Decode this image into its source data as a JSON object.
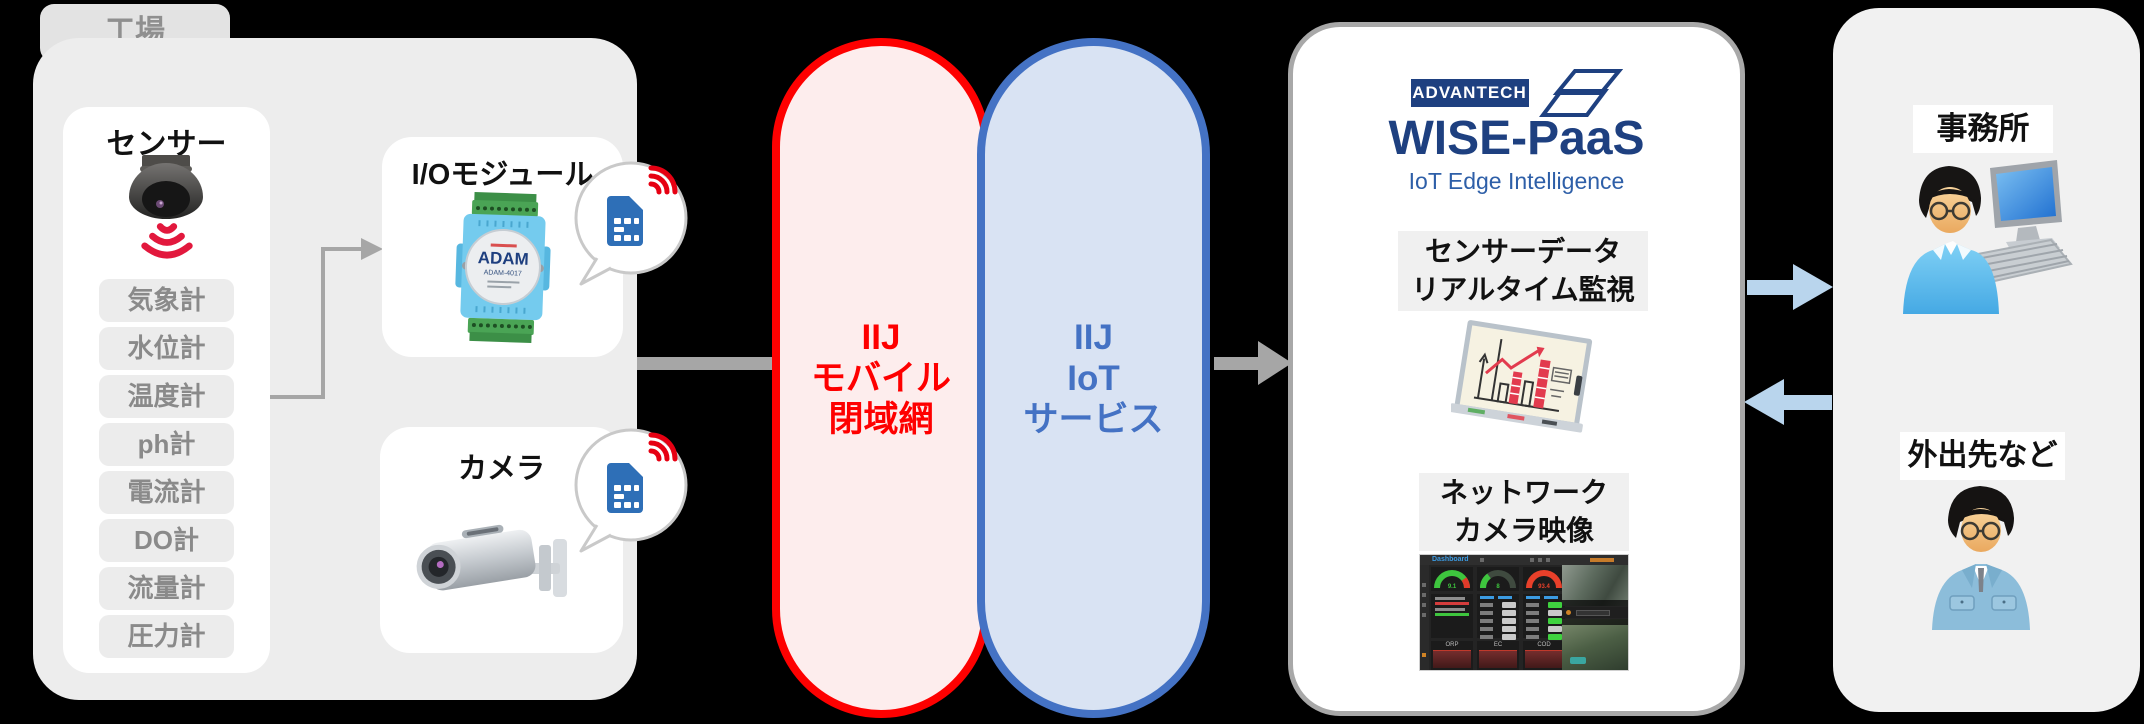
{
  "factory": {
    "tab_label": "工場",
    "sensors": {
      "title": "センサー",
      "chips": [
        "気象計",
        "水位計",
        "温度計",
        "ph計",
        "電流計",
        "DO計",
        "流量計",
        "圧力計"
      ]
    },
    "io_module": {
      "title": "I/Oモジュール",
      "device_brand": "ADAM",
      "device_model": "ADAM-4017"
    },
    "camera": {
      "title": "カメラ"
    }
  },
  "networks": {
    "mobile": {
      "lines": [
        "IIJ",
        "モバイル",
        "閉域網"
      ]
    },
    "iot": {
      "lines": [
        "IIJ",
        "IoT",
        "サービス"
      ]
    }
  },
  "platform": {
    "brand": "ADVANTECH",
    "product": "WISE-PaaS",
    "tagline": "IoT Edge Intelligence",
    "monitor_label": [
      "センサーデータ",
      "リアルタイム監視"
    ],
    "camera_label": [
      "ネットワーク",
      "カメラ映像"
    ],
    "dashboard": {
      "title": "Dashboard",
      "gauge_values": [
        "9.1",
        "8",
        "93.4"
      ],
      "chart_labels": [
        "ORP",
        "EC",
        "COD"
      ]
    }
  },
  "users": {
    "office": {
      "label": "事務所"
    },
    "remote": {
      "label": "外出先など"
    }
  },
  "colors": {
    "iij_red": "#fe0000",
    "iij_red_fill": "#fdeded",
    "iij_blue": "#4472c4",
    "iij_blue_fill": "#d9e3f3",
    "advantech_navy": "#1e4080",
    "tagline_blue": "#2e5fa8",
    "arrow_gray": "#a6a6a6",
    "arrow_light_blue": "#b9d5ed",
    "sim_blue": "#2e6fb7",
    "wifi_red": "#e2183d",
    "factory_gray": "#ededed",
    "users_gray": "#f1f1f1"
  }
}
